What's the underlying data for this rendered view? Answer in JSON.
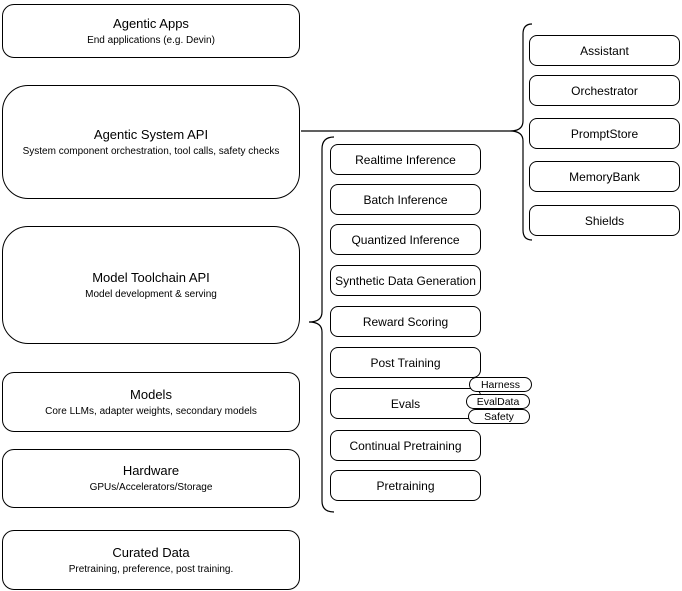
{
  "nodes": {
    "stack": [
      {
        "title": "Agentic Apps",
        "subtitle": "End applications (e.g. Devin)"
      },
      {
        "title": "Agentic System API",
        "subtitle": "System component orchestration, tool calls, safety checks"
      },
      {
        "title": "Model Toolchain API",
        "subtitle": "Model development & serving"
      },
      {
        "title": "Models",
        "subtitle": "Core LLMs, adapter weights, secondary models"
      },
      {
        "title": "Hardware",
        "subtitle": "GPUs/Accelerators/Storage"
      },
      {
        "title": "Curated Data",
        "subtitle": "Pretraining, preference, post training."
      }
    ],
    "toolchain_components": [
      "Realtime Inference",
      "Batch Inference",
      "Quantized Inference",
      "Synthetic Data Generation",
      "Reward Scoring",
      "Post Training",
      "Evals",
      "Continual Pretraining",
      "Pretraining"
    ],
    "eval_badges": [
      "Harness",
      "EvalData",
      "Safety"
    ],
    "system_components": [
      "Assistant",
      "Orchestrator",
      "PromptStore",
      "MemoryBank",
      "Shields"
    ]
  },
  "colors": {
    "stroke": "#000000",
    "node_fill": "#ffffff",
    "background": "#ffffff",
    "text": "#000000"
  }
}
